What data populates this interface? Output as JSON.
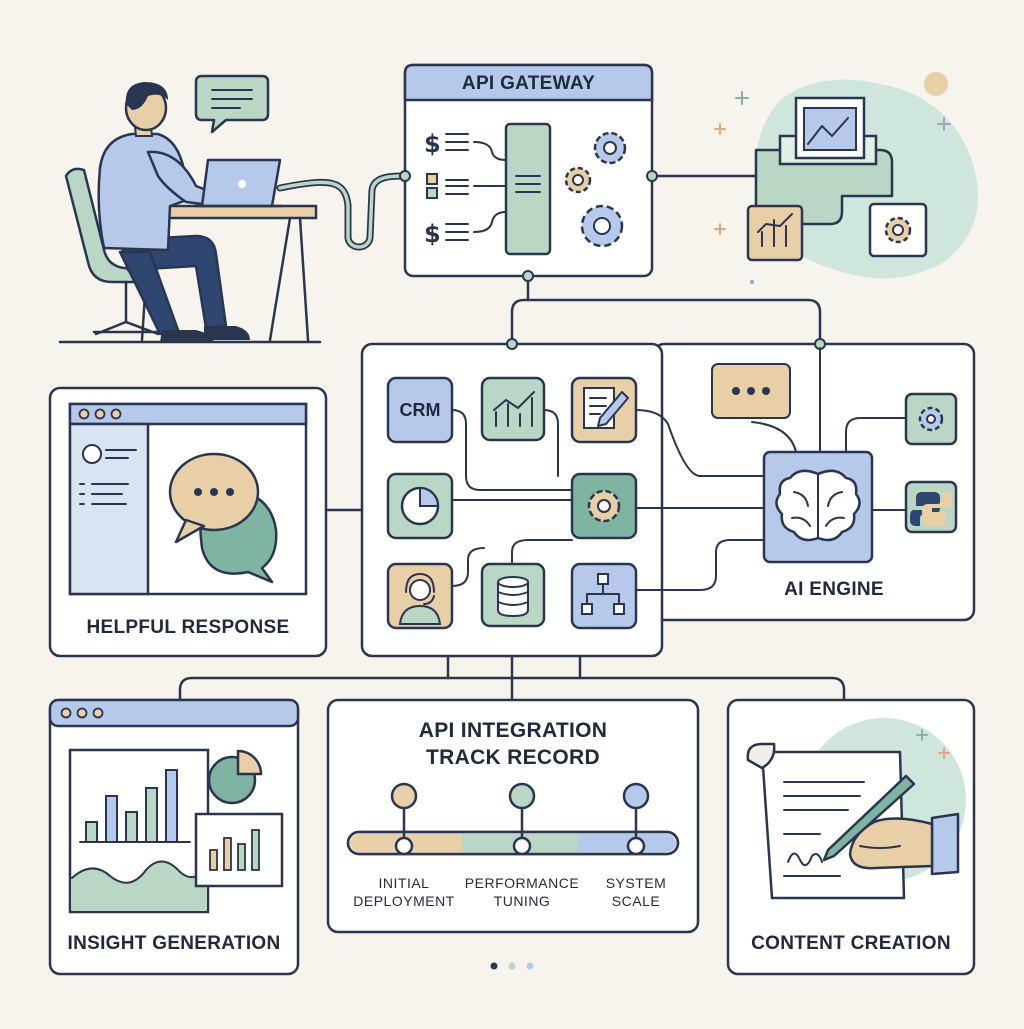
{
  "colors": {
    "background": "#f7f4ee",
    "ink": "#2a3550",
    "blue": "#b7c9ea",
    "green": "#b9d7c4",
    "tan": "#e9cfa7",
    "teal": "#7fb3a2"
  },
  "nodes": {
    "api_gateway": {
      "title": "API GATEWAY"
    },
    "ai_engine": {
      "title": "AI ENGINE"
    },
    "helpful_response": {
      "title": "HELPFUL RESPONSE"
    },
    "insight_generation": {
      "title": "INSIGHT GENERATION"
    },
    "content_creation": {
      "title": "CONTENT CREATION"
    },
    "track_record": {
      "title_line1": "API INTEGRATION",
      "title_line2": "TRACK RECORD",
      "milestones": [
        {
          "line1": "INITIAL",
          "line2": "DEPLOYMENT"
        },
        {
          "line1": "PERFORMANCE",
          "line2": "TUNING"
        },
        {
          "line1": "SYSTEM",
          "line2": "SCALE"
        }
      ]
    }
  },
  "hub": {
    "crm_label": "CRM",
    "modules": [
      "crm-icon",
      "analytics-chart-icon",
      "document-edit-icon",
      "pie-chart-icon",
      "gear-icon",
      "support-agent-icon",
      "database-icon",
      "flowchart-icon"
    ]
  },
  "gateway_icons": [
    "dollar-list-icon",
    "checkbox-list-icon",
    "dollar-list-icon",
    "gear-icon"
  ],
  "pagination": {
    "dots": 3,
    "colors": [
      "#2a3550",
      "#b9d7c4",
      "#b7c9ea"
    ]
  }
}
